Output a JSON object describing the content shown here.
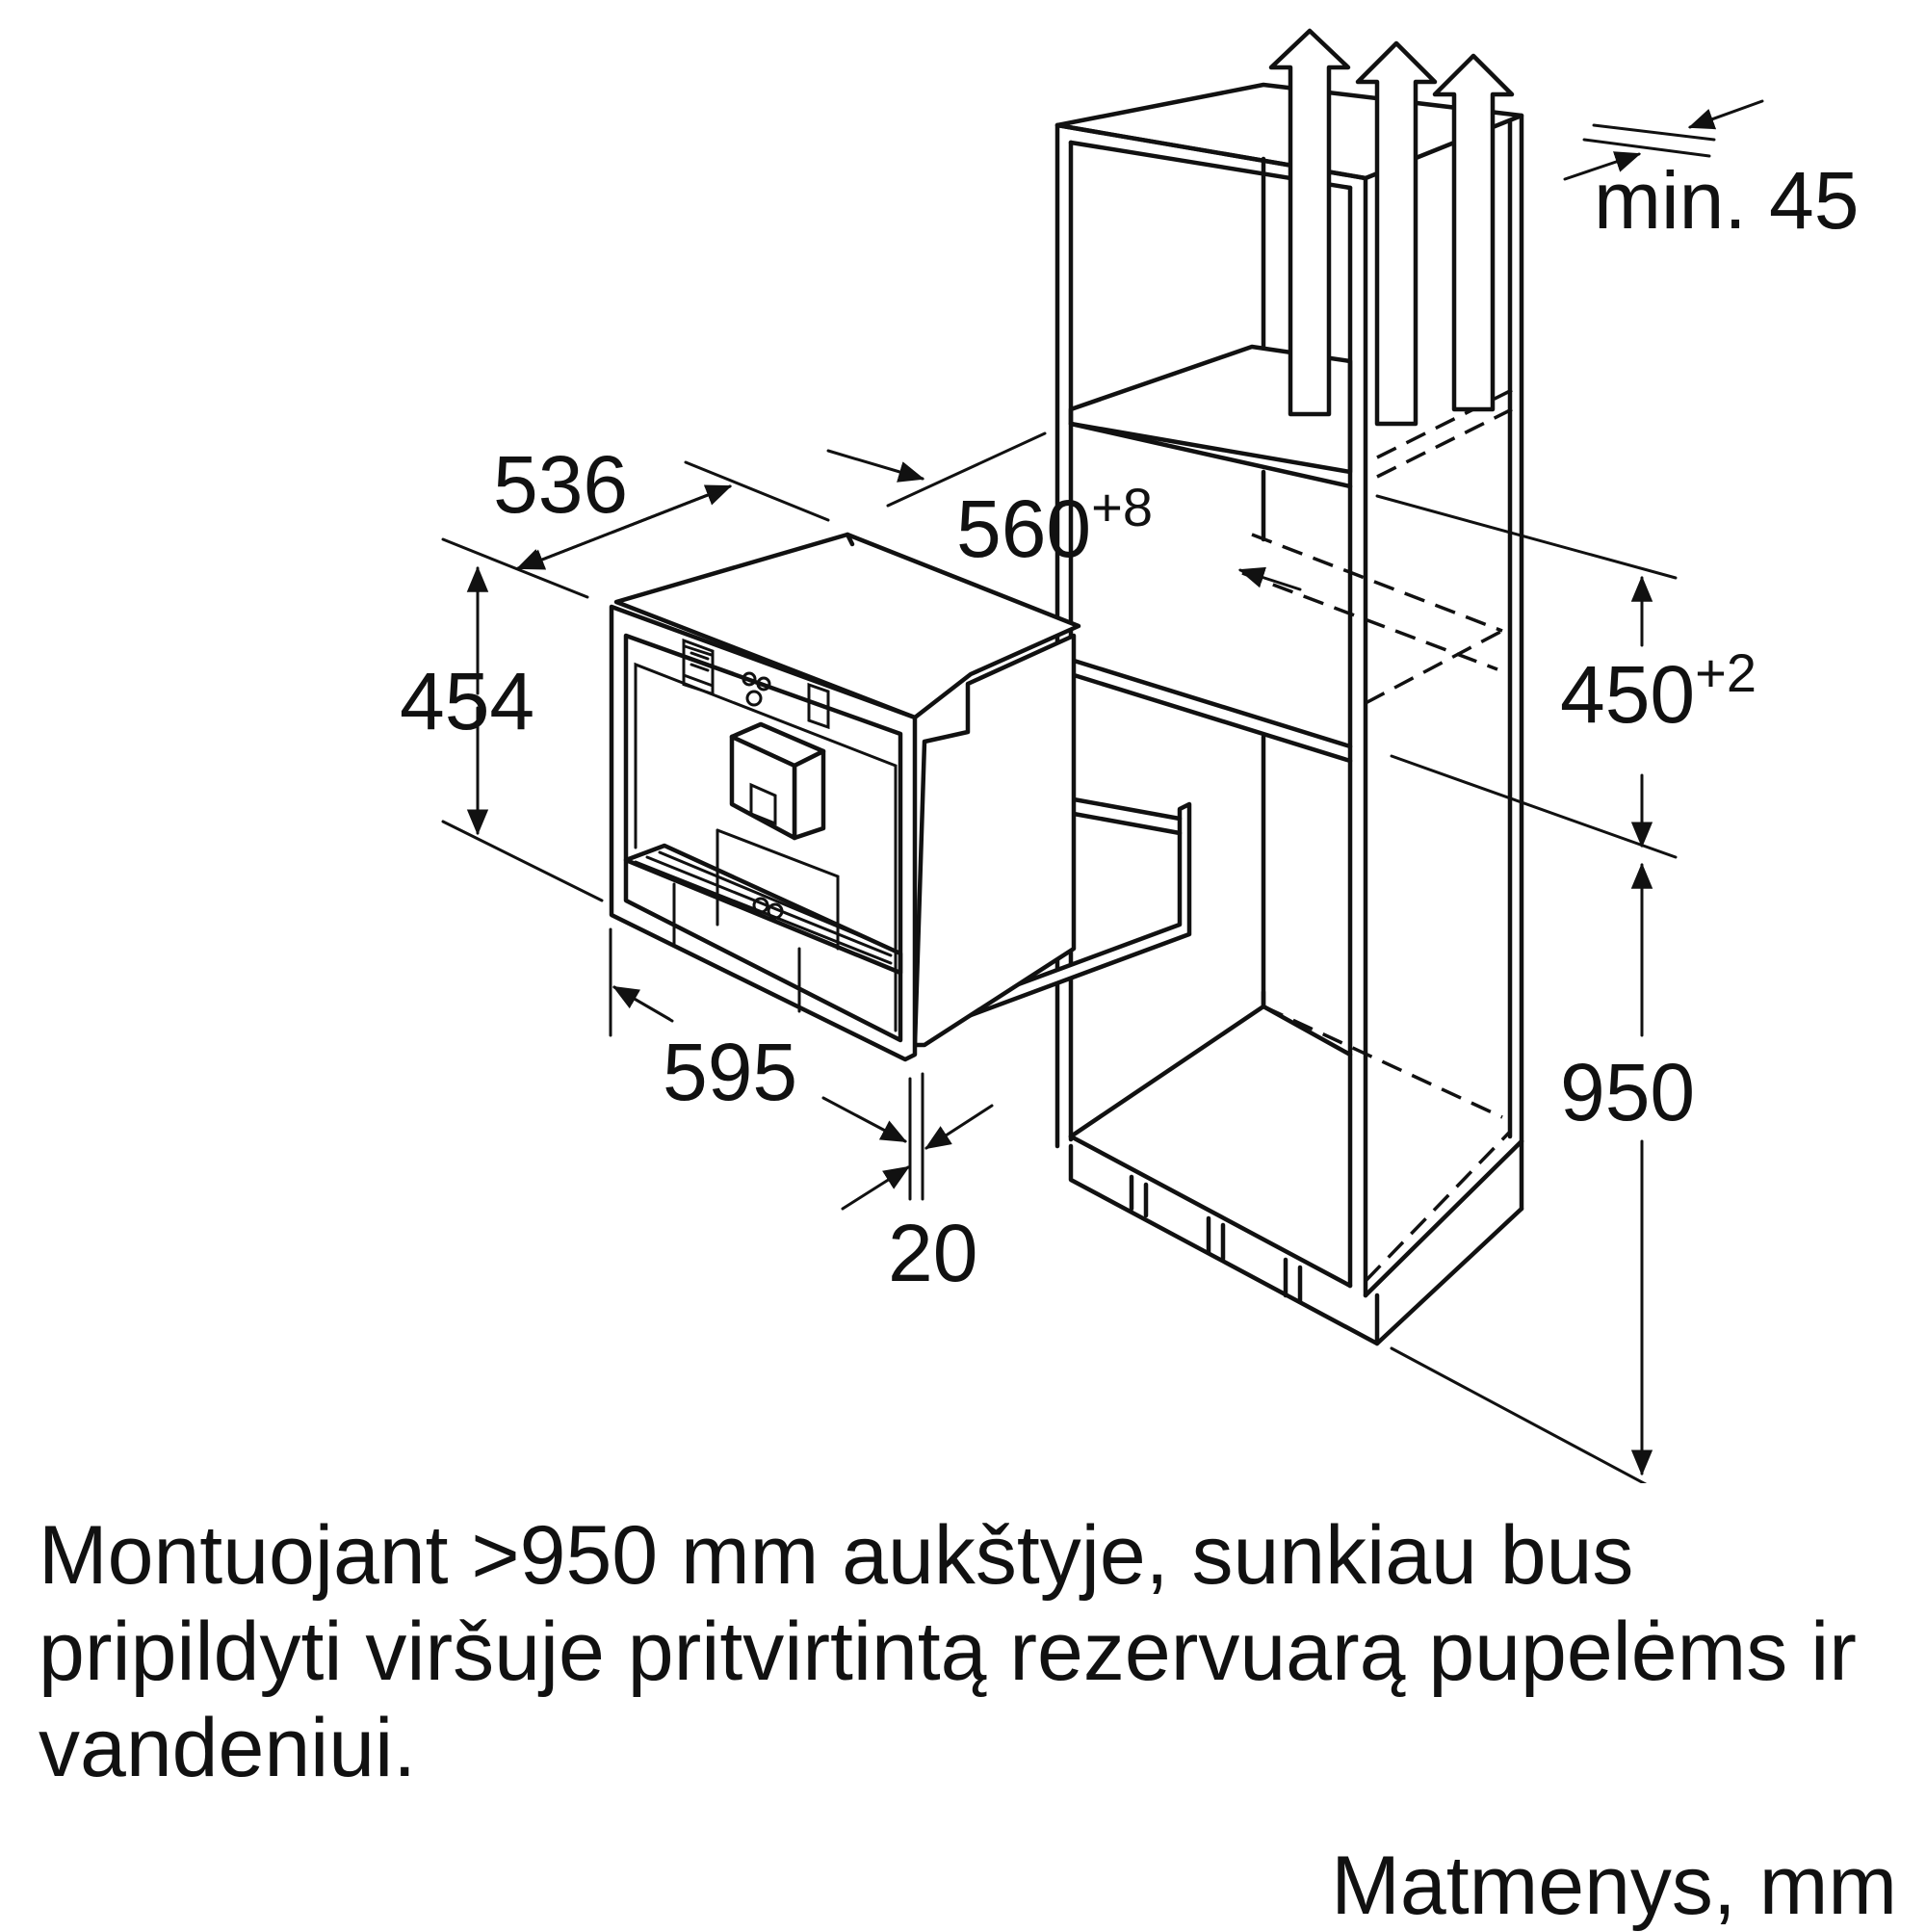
{
  "dimensions": {
    "appliance_depth": "536",
    "appliance_height": "454",
    "appliance_width": "595",
    "front_offset": "20",
    "niche_width": "560",
    "niche_width_tol": "+8",
    "niche_height": "450",
    "niche_height_tol": "+2",
    "mount_height": "950",
    "ventilation_gap": "min. 45"
  },
  "note": "Montuojant >950 mm aukštyje, sunkiau bus pripildyti viršuje pritvirtintą rezervuarą pupelėms ir vandeniui.",
  "units_label": "Matmenys, mm"
}
